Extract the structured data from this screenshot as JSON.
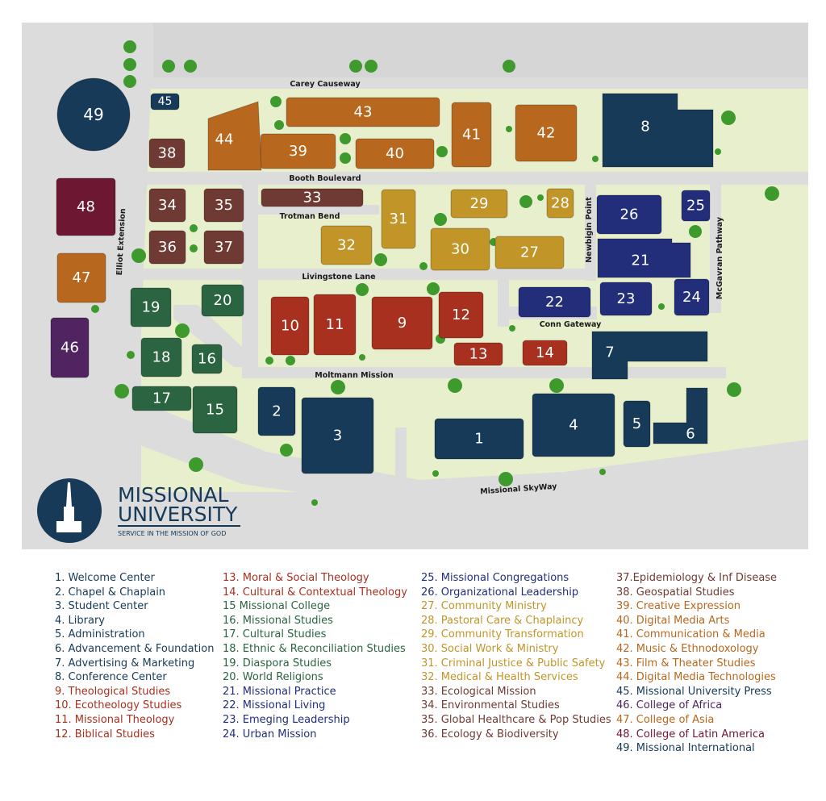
{
  "colors": {
    "navy": "#163a57",
    "blue": "#222e7a",
    "red": "#a8301f",
    "orange": "#b8681e",
    "gold": "#c29528",
    "green": "#2a6441",
    "brown": "#6f3a33",
    "maroon": "#6d1733",
    "purple": "#4f2461",
    "lawn": "#e8efcc",
    "road": "#dcdcdc",
    "tree": "#3e9a2c"
  },
  "streets": {
    "carey": "Carey Causeway",
    "booth": "Booth Boulevard",
    "trotman": "Trotman Bend",
    "livingstone": "Livingstone Lane",
    "conn": "Conn Gateway",
    "moltmann": "Moltmann Mission",
    "skyway": "Missional SkyWay",
    "elliot": "Elliot Extension",
    "newbigin": "Newbigin Point",
    "mcgavran": "McGavran Pathway"
  },
  "logo": {
    "line1": "MISSIONAL",
    "line2": "UNIVERSITY",
    "tagline": "SERVICE IN THE MISSION OF GOD"
  },
  "buildings": [
    {
      "id": "1",
      "color": "navy"
    },
    {
      "id": "2",
      "color": "navy"
    },
    {
      "id": "3",
      "color": "navy"
    },
    {
      "id": "4",
      "color": "navy"
    },
    {
      "id": "5",
      "color": "navy"
    },
    {
      "id": "6",
      "color": "navy"
    },
    {
      "id": "7",
      "color": "navy"
    },
    {
      "id": "8",
      "color": "navy"
    },
    {
      "id": "9",
      "color": "red"
    },
    {
      "id": "10",
      "color": "red"
    },
    {
      "id": "11",
      "color": "red"
    },
    {
      "id": "12",
      "color": "red"
    },
    {
      "id": "13",
      "color": "red"
    },
    {
      "id": "14",
      "color": "red"
    },
    {
      "id": "15",
      "color": "green"
    },
    {
      "id": "16",
      "color": "green"
    },
    {
      "id": "17",
      "color": "green"
    },
    {
      "id": "18",
      "color": "green"
    },
    {
      "id": "19",
      "color": "green"
    },
    {
      "id": "20",
      "color": "green"
    },
    {
      "id": "21",
      "color": "blue"
    },
    {
      "id": "22",
      "color": "blue"
    },
    {
      "id": "23",
      "color": "blue"
    },
    {
      "id": "24",
      "color": "blue"
    },
    {
      "id": "25",
      "color": "blue"
    },
    {
      "id": "26",
      "color": "blue"
    },
    {
      "id": "27",
      "color": "gold"
    },
    {
      "id": "28",
      "color": "gold"
    },
    {
      "id": "29",
      "color": "gold"
    },
    {
      "id": "30",
      "color": "gold"
    },
    {
      "id": "31",
      "color": "gold"
    },
    {
      "id": "32",
      "color": "gold"
    },
    {
      "id": "33",
      "color": "brown"
    },
    {
      "id": "34",
      "color": "brown"
    },
    {
      "id": "35",
      "color": "brown"
    },
    {
      "id": "36",
      "color": "brown"
    },
    {
      "id": "37",
      "color": "brown"
    },
    {
      "id": "38",
      "color": "brown"
    },
    {
      "id": "39",
      "color": "orange"
    },
    {
      "id": "40",
      "color": "orange"
    },
    {
      "id": "41",
      "color": "orange"
    },
    {
      "id": "42",
      "color": "orange"
    },
    {
      "id": "43",
      "color": "orange"
    },
    {
      "id": "44",
      "color": "orange"
    },
    {
      "id": "45",
      "color": "navy"
    },
    {
      "id": "46",
      "color": "purple"
    },
    {
      "id": "47",
      "color": "orange"
    },
    {
      "id": "48",
      "color": "maroon"
    },
    {
      "id": "49",
      "color": "navy"
    }
  ],
  "legend": [
    [
      {
        "text": "1. Welcome Center",
        "color": "navy"
      },
      {
        "text": "2. Chapel & Chaplain",
        "color": "navy"
      },
      {
        "text": "3. Student Center",
        "color": "navy"
      },
      {
        "text": "4. Library",
        "color": "navy"
      },
      {
        "text": "5. Administration",
        "color": "navy"
      },
      {
        "text": "6. Advancement & Foundation",
        "color": "navy"
      },
      {
        "text": "7. Advertising & Marketing",
        "color": "navy"
      },
      {
        "text": "8. Conference Center",
        "color": "navy"
      },
      {
        "text": "9. Theological Studies",
        "color": "red"
      },
      {
        "text": "10. Ecotheology Studies",
        "color": "red"
      },
      {
        "text": "11. Missional Theology",
        "color": "red"
      },
      {
        "text": "12. Biblical Studies",
        "color": "red"
      }
    ],
    [
      {
        "text": "13. Moral & Social Theology",
        "color": "red"
      },
      {
        "text": "14. Cultural & Contextual Theology",
        "color": "red"
      },
      {
        "text": "15 Missional College",
        "color": "green"
      },
      {
        "text": "16. Missional Studies",
        "color": "green"
      },
      {
        "text": "17. Cultural Studies",
        "color": "green"
      },
      {
        "text": "18. Ethnic & Reconciliation Studies",
        "color": "green"
      },
      {
        "text": "19. Diaspora Studies",
        "color": "green"
      },
      {
        "text": "20. World Religions",
        "color": "green"
      },
      {
        "text": "21. Missional Practice",
        "color": "blue"
      },
      {
        "text": "22. Missional Living",
        "color": "blue"
      },
      {
        "text": "23. Emeging Leadership",
        "color": "blue"
      },
      {
        "text": "24. Urban Mission",
        "color": "blue"
      }
    ],
    [
      {
        "text": "25. Missional Congregations",
        "color": "blue"
      },
      {
        "text": "26. Organizational Leadership",
        "color": "blue"
      },
      {
        "text": "27. Community Ministry",
        "color": "gold"
      },
      {
        "text": "28. Pastoral Care & Chaplaincy",
        "color": "gold"
      },
      {
        "text": "29. Community Transformation",
        "color": "gold"
      },
      {
        "text": "30. Social Work & Ministry",
        "color": "gold"
      },
      {
        "text": "31. Criminal Justice & Public Safety",
        "color": "gold"
      },
      {
        "text": "32. Medical & Health Services",
        "color": "gold"
      },
      {
        "text": "33. Ecological Mission",
        "color": "brown"
      },
      {
        "text": "34. Environmental Studies",
        "color": "brown"
      },
      {
        "text": "35. Global Healthcare & Pop Studies",
        "color": "brown"
      },
      {
        "text": "36. Ecology & Biodiversity",
        "color": "brown"
      }
    ],
    [
      {
        "text": "37.Epidemiology & Inf Disease",
        "color": "brown"
      },
      {
        "text": "38. Geospatial Studies",
        "color": "brown"
      },
      {
        "text": "39. Creative Expression",
        "color": "orange"
      },
      {
        "text": "40. Digital Media Arts",
        "color": "orange"
      },
      {
        "text": "41. Communication & Media",
        "color": "orange"
      },
      {
        "text": "42. Music & Ethnodoxology",
        "color": "orange"
      },
      {
        "text": "43. Film & Theater Studies",
        "color": "orange"
      },
      {
        "text": "44. Digital Media Technologies",
        "color": "orange"
      },
      {
        "text": "45. Missional University Press",
        "color": "navy"
      },
      {
        "text": "46. College of Africa",
        "color": "purple"
      },
      {
        "text": "47. College of Asia",
        "color": "orange"
      },
      {
        "text": "48. College of Latin America",
        "color": "maroon"
      },
      {
        "text": "49. Missional International",
        "color": "navy"
      }
    ]
  ]
}
